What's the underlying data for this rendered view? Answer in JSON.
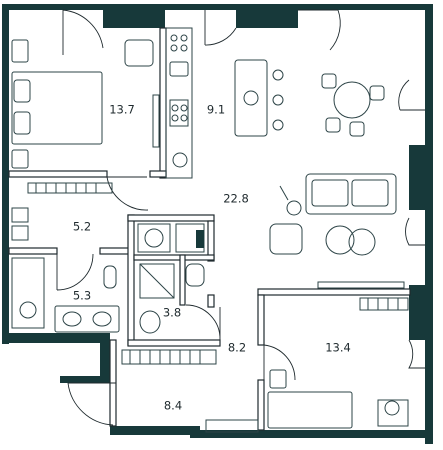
{
  "plan": {
    "rooms": [
      {
        "id": "bedroom-1",
        "area": "13.7"
      },
      {
        "id": "kitchen",
        "area": "9.1"
      },
      {
        "id": "living-room",
        "area": "22.8"
      },
      {
        "id": "wardrobe",
        "area": "5.2"
      },
      {
        "id": "bathroom-1",
        "area": "5.3"
      },
      {
        "id": "bathroom-2",
        "area": "3.8"
      },
      {
        "id": "corridor",
        "area": "8.2"
      },
      {
        "id": "hall",
        "area": "8.4"
      },
      {
        "id": "bedroom-2",
        "area": "13.4"
      }
    ],
    "colors": {
      "wall": "#17393a",
      "line": "#1f2a2e",
      "background": "#ffffff"
    }
  }
}
